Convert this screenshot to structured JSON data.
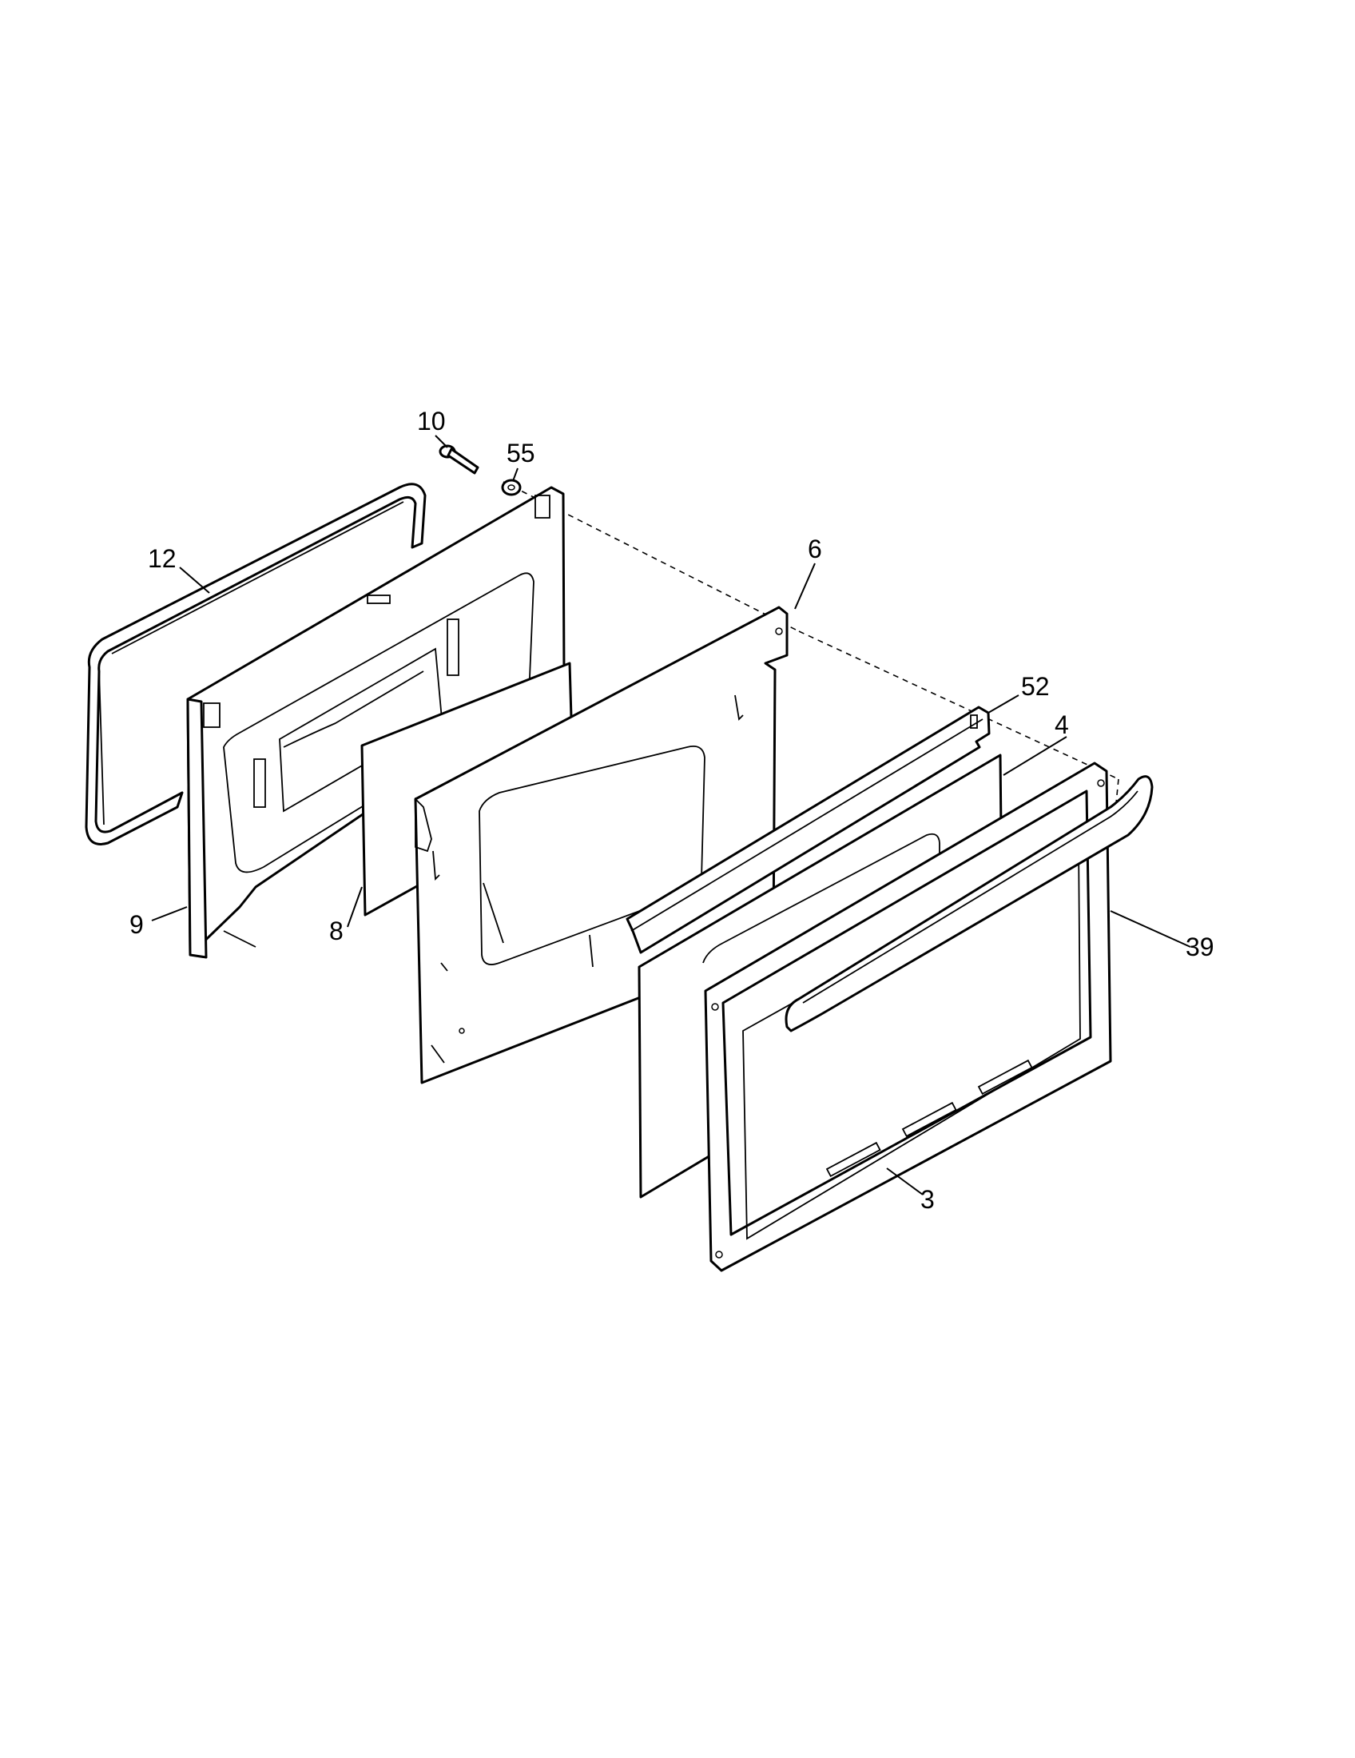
{
  "diagram": {
    "type": "exploded-parts-view",
    "callouts": [
      {
        "id": "callout-10",
        "label": "10",
        "part": "screw"
      },
      {
        "id": "callout-55",
        "label": "55",
        "part": "washer"
      },
      {
        "id": "callout-12",
        "label": "12",
        "part": "door-gasket"
      },
      {
        "id": "callout-6",
        "label": "6",
        "part": "door-liner-panel"
      },
      {
        "id": "callout-52",
        "label": "52",
        "part": "door-trim-bracket"
      },
      {
        "id": "callout-4",
        "label": "4",
        "part": "outer-door-glass"
      },
      {
        "id": "callout-9",
        "label": "9",
        "part": "inner-door-liner"
      },
      {
        "id": "callout-8",
        "label": "8",
        "part": "insulation-panel"
      },
      {
        "id": "callout-39",
        "label": "39",
        "part": "door-handle"
      },
      {
        "id": "callout-3",
        "label": "3",
        "part": "outer-door-frame"
      }
    ]
  }
}
